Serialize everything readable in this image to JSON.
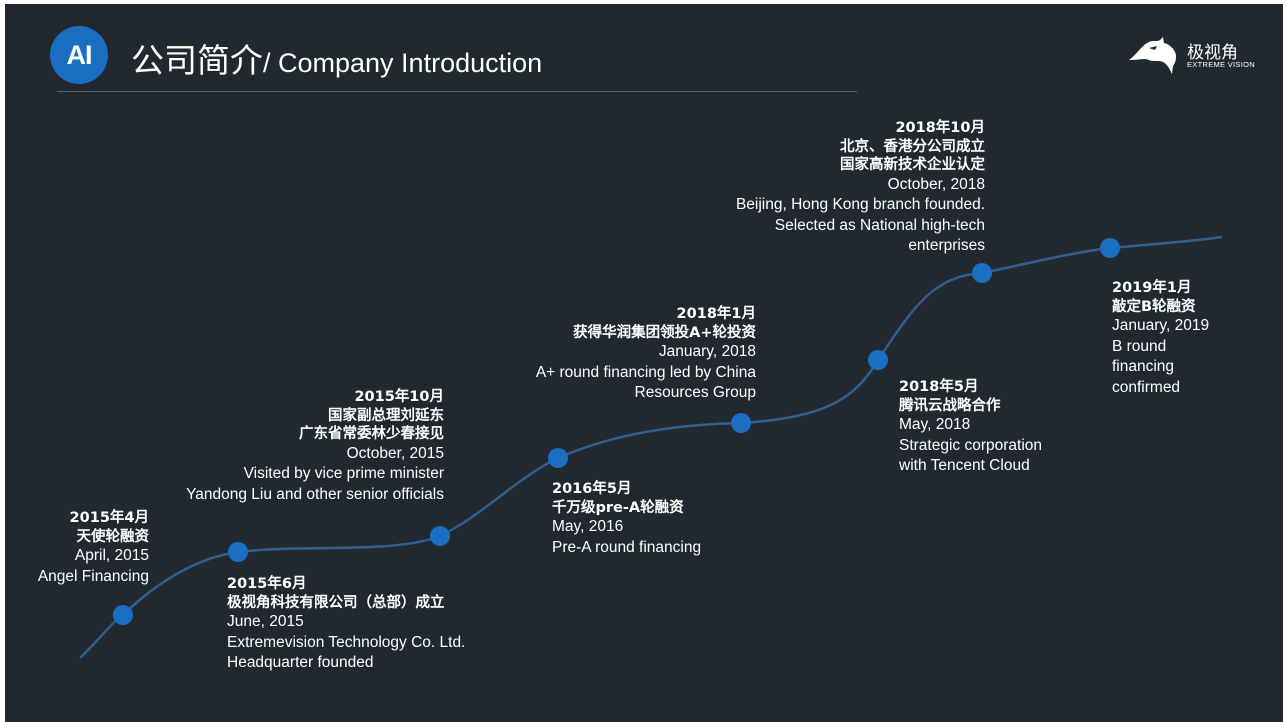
{
  "header": {
    "badge": "AI",
    "title_zh": "公司简介",
    "title_en": "/ Company Introduction"
  },
  "brand": {
    "name_zh": "极视角",
    "name_en": "EXTREME VISION"
  },
  "colors": {
    "background": "#22282f",
    "accent": "#1a6fc2",
    "line": "#2e5f8f",
    "text": "#ffffff"
  },
  "milestones": [
    {
      "date_zh": "2015年4月",
      "event_zh": [
        "天使轮融资"
      ],
      "date_en": "April, 2015",
      "event_en": [
        "Angel Financing"
      ]
    },
    {
      "date_zh": "2015年6月",
      "event_zh": [
        "极视角科技有限公司（总部）成立"
      ],
      "date_en": "June, 2015",
      "event_en": [
        "Extremevision Technology Co. Ltd.",
        "Headquarter founded"
      ]
    },
    {
      "date_zh": "2015年10月",
      "event_zh": [
        "国家副总理刘延东",
        "广东省常委林少春接见"
      ],
      "date_en": "October, 2015",
      "event_en": [
        "Visited by vice prime minister",
        "Yandong Liu and other senior officials"
      ]
    },
    {
      "date_zh": "2016年5月",
      "event_zh": [
        "千万级pre-A轮融资"
      ],
      "date_en": "May, 2016",
      "event_en": [
        "Pre-A round  financing"
      ]
    },
    {
      "date_zh": "2018年1月",
      "event_zh": [
        "获得华润集团领投A+轮投资"
      ],
      "date_en": "January, 2018",
      "event_en": [
        "A+ round  financing led by China",
        "Resources Group"
      ]
    },
    {
      "date_zh": "2018年5月",
      "event_zh": [
        "腾讯云战略合作"
      ],
      "date_en": "May, 2018",
      "event_en": [
        "Strategic corporation",
        "with Tencent Cloud"
      ]
    },
    {
      "date_zh": "2018年10月",
      "event_zh": [
        "北京、香港分公司成立",
        "国家高新技术企业认定"
      ],
      "date_en": "October, 2018",
      "event_en": [
        "Beijing, Hong Kong branch founded.",
        "Selected as National high-tech",
        "enterprises"
      ]
    },
    {
      "date_zh": "2019年1月",
      "event_zh": [
        "敲定B轮融资"
      ],
      "date_en": "January, 2019",
      "event_en": [
        "B round",
        "financing",
        "confirmed"
      ]
    }
  ]
}
